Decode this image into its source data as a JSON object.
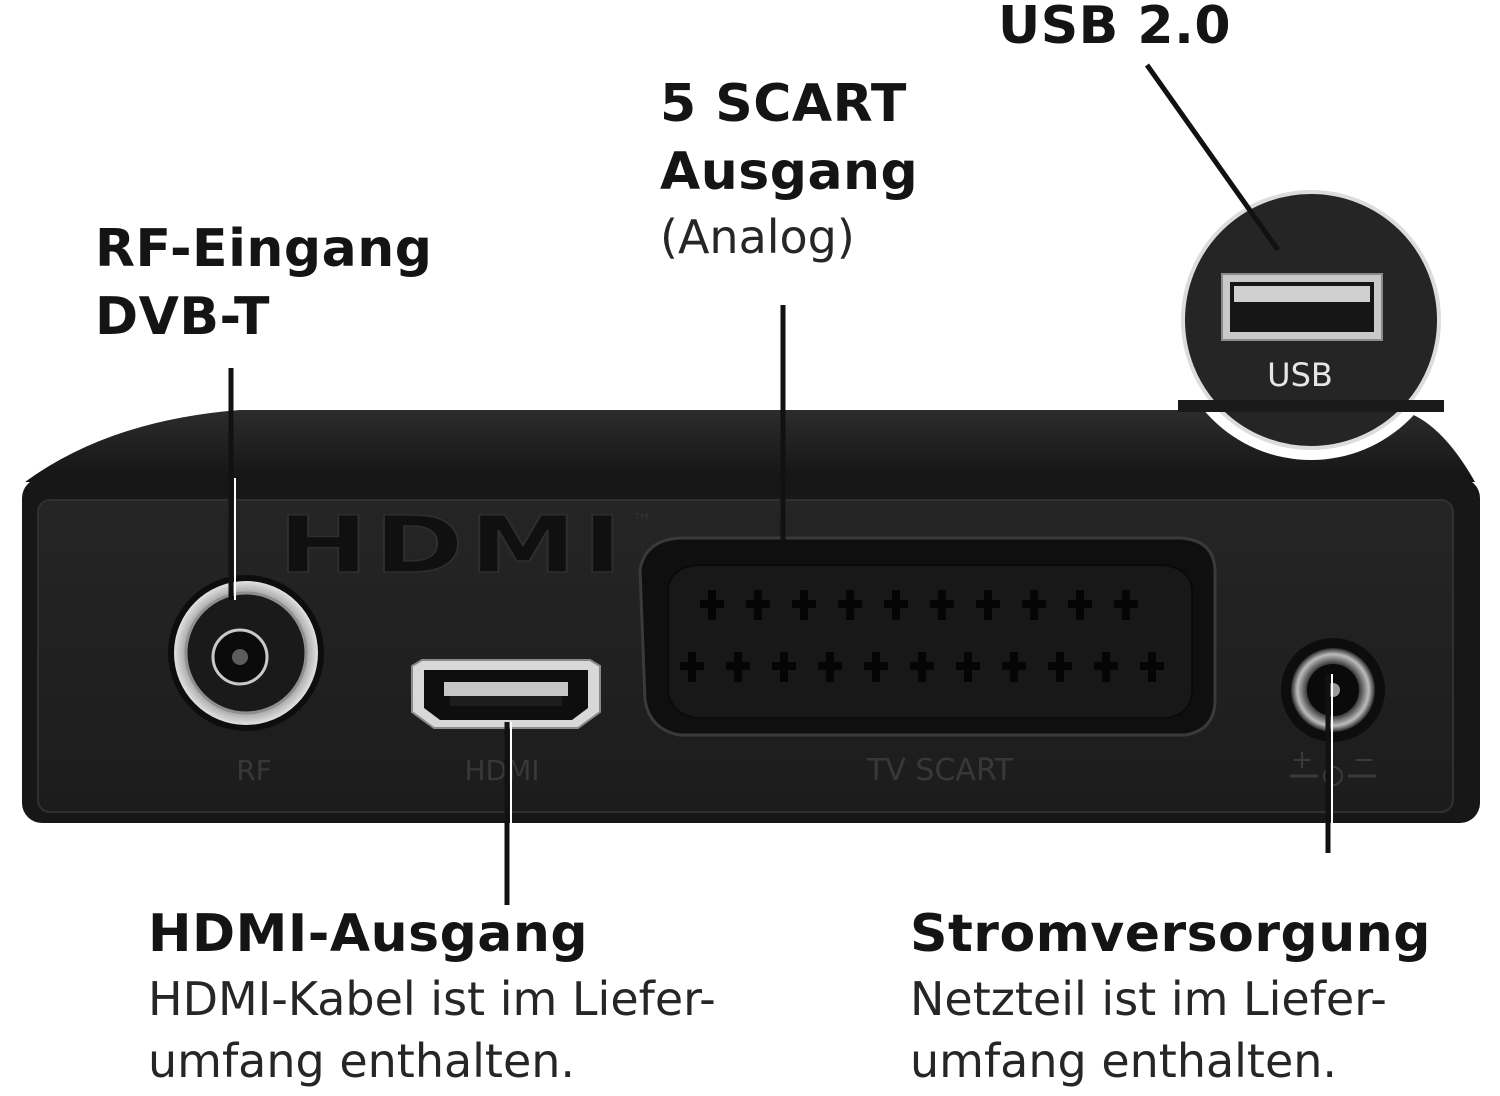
{
  "labels": {
    "usb": {
      "title": "USB 2.0"
    },
    "scart": {
      "title_line1": "5 SCART",
      "title_line2": "Ausgang",
      "subtitle": "(Analog)"
    },
    "rf": {
      "title_line1": "RF-Eingang",
      "title_line2": "DVB-T"
    },
    "hdmi": {
      "title": "HDMI-Ausgang",
      "desc_line1": "HDMI-Kabel ist im Liefer-",
      "desc_line2": "umfang enthalten."
    },
    "power": {
      "title": "Stromversorgung",
      "desc_line1": "Netzteil ist im Liefer-",
      "desc_line2": "umfang enthalten."
    }
  },
  "device": {
    "hdmi_logo": "HDMI",
    "trademark": "™",
    "port_rf": "RF",
    "port_hdmi": "HDMI",
    "port_scart": "TV SCART",
    "power_plus": "+",
    "power_minus": "−",
    "usb_inset_label": "USB"
  },
  "colors": {
    "device_body": "#1b1b1b",
    "device_face": "#202020",
    "text": "#141414",
    "pointer": "#111111"
  }
}
